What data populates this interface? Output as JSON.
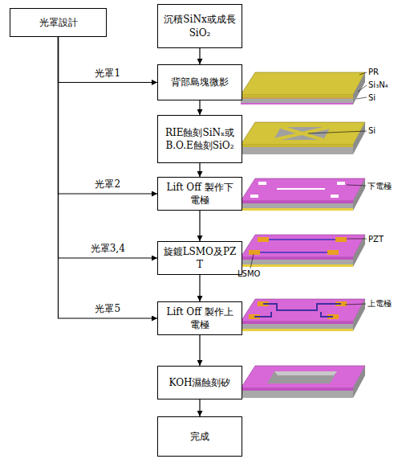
{
  "diagram": {
    "nodes": [
      {
        "text": [
          "光罩設計"
        ]
      },
      {
        "text": [
          "沉積SiNx或成長 SiO₂"
        ]
      },
      {
        "text": [
          "背部島塊微影"
        ]
      },
      {
        "text": [
          "RIE蝕刻SiNₓ或 B.O.E蝕刻SiO₂"
        ]
      },
      {
        "text": [
          "Lift Off 製作下 電極"
        ]
      },
      {
        "text": [
          "旋鍍LSMO及PZT"
        ]
      },
      {
        "text": [
          "Lift Off 製作上 電極"
        ]
      },
      {
        "text": [
          "KOH濕蝕刻矽"
        ]
      },
      {
        "text": [
          "完成"
        ]
      }
    ],
    "edges": [
      {
        "from": 1,
        "to": 2,
        "arrow": "to"
      },
      {
        "from": 2,
        "to": 3,
        "arrow": "to"
      },
      {
        "from": 3,
        "to": 4,
        "arrow": "to"
      },
      {
        "from": 4,
        "to": 5,
        "arrow": "to"
      },
      {
        "from": 5,
        "to": 6,
        "arrow": "to"
      },
      {
        "from": 6,
        "to": 7,
        "arrow": "to"
      },
      {
        "from": 7,
        "to": 8,
        "arrow": "to"
      },
      {
        "from": 0,
        "to": 2,
        "label": "光罩1",
        "arrow": "to"
      },
      {
        "from": 0,
        "to": 4,
        "label": "光罩2",
        "arrow": "to"
      },
      {
        "from": 0,
        "to": 5,
        "label": "光罩3,4",
        "arrow": "to"
      },
      {
        "from": 0,
        "to": 6,
        "label": "光罩5",
        "arrow": "to"
      }
    ],
    "labels": [
      "PR",
      "Si₃N₄",
      "Si",
      "Si",
      "下電極",
      "PZT",
      "LSMO",
      "上電極"
    ]
  }
}
